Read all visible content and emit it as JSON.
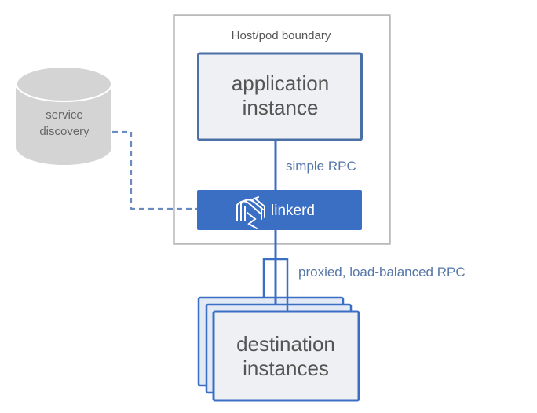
{
  "diagram": {
    "host_boundary": {
      "label": "Host/pod boundary"
    },
    "application": {
      "line1": "application",
      "line2": "instance"
    },
    "simple_rpc": {
      "label": "simple RPC"
    },
    "linkerd": {
      "label": "linkerd",
      "icon": "linkerd-logo-icon"
    },
    "service_discovery": {
      "line1": "service",
      "line2": "discovery",
      "icon": "database-cylinder-icon"
    },
    "proxied_rpc": {
      "label": "proxied, load-balanced RPC"
    },
    "destination": {
      "line1": "destination",
      "line2": "instances"
    },
    "colors": {
      "blue": "#3b6fc4",
      "box_border": "#4a6fa5",
      "box_fill": "#eef1f5",
      "label_blue": "#5677a8",
      "gray_border": "#b5b5b5",
      "cylinder": "#d4d4d4",
      "text_dark": "#555555"
    }
  }
}
